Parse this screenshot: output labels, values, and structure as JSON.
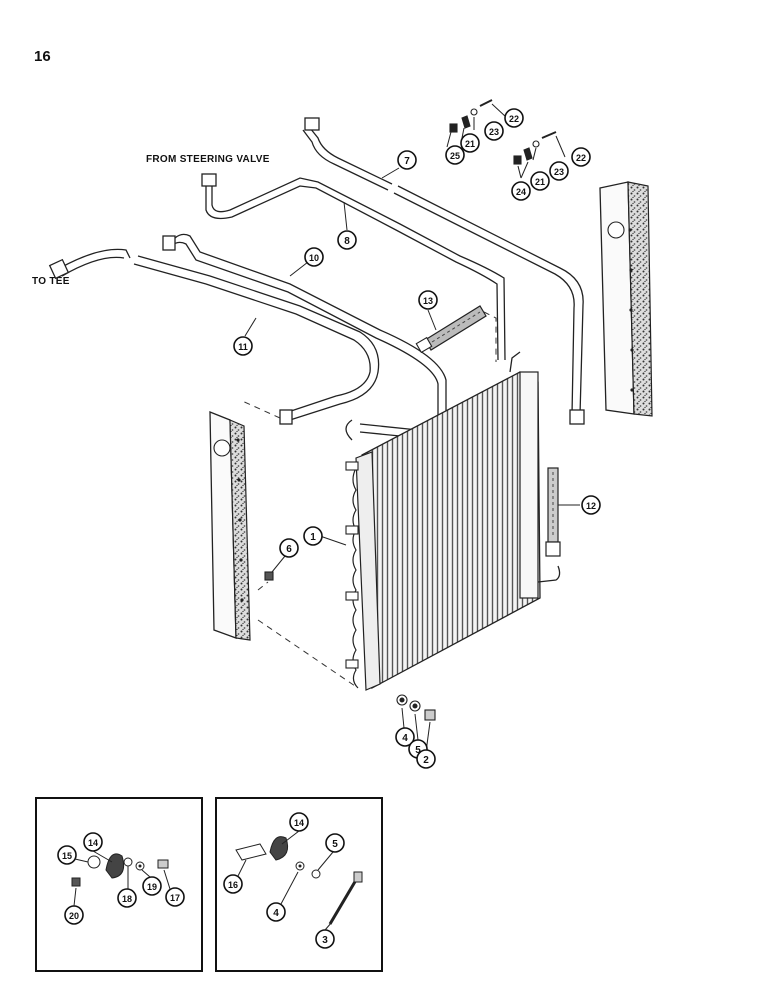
{
  "page_number": "16",
  "labels": {
    "from_steering_valve": "FROM STEERING VALVE",
    "to_tee": "TO TEE"
  },
  "callouts": {
    "c1": "1",
    "c2": "2",
    "c3": "3",
    "c4": "4",
    "c5": "5",
    "c6": "6",
    "c7": "7",
    "c8": "8",
    "c10": "10",
    "c11": "11",
    "c12": "12",
    "c13": "13",
    "c14": "14",
    "c15": "15",
    "c16": "16",
    "c17": "17",
    "c18": "18",
    "c19": "19",
    "c20": "20",
    "c21": "21",
    "c22": "22",
    "c23": "23",
    "c24": "24",
    "c25": "25"
  }
}
